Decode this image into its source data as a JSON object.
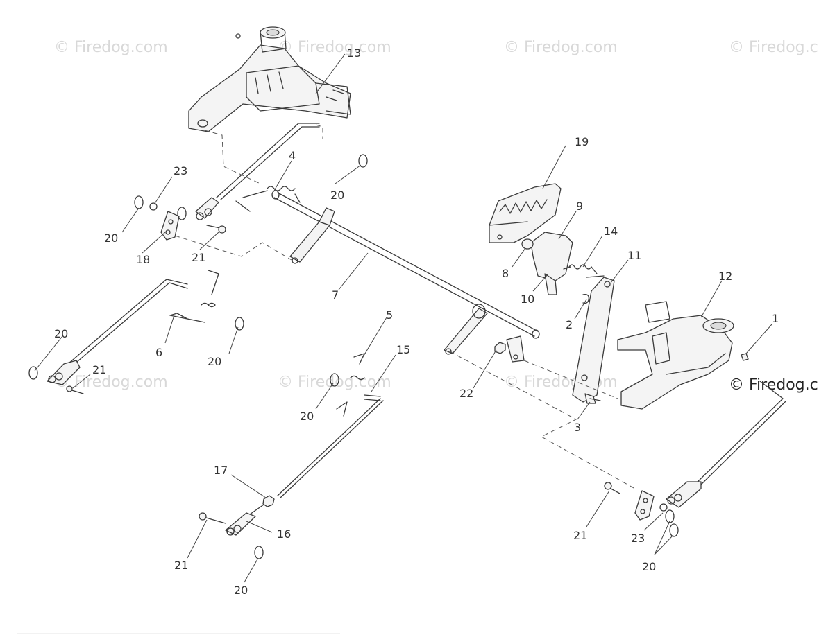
{
  "watermarks": [
    "© Firedog.com",
    "© Firedog.com",
    "© Firedog.com",
    "© Firedog.c",
    "© Firedog.com",
    "© Firedog.com",
    "© Firedog.com"
  ],
  "watermark_strong": "© Firedog.c",
  "callouts": {
    "c1": "1",
    "c2": "2",
    "c3": "3",
    "c4": "4",
    "c5": "5",
    "c6": "6",
    "c7": "7",
    "c8": "8",
    "c9": "9",
    "c10": "10",
    "c11": "11",
    "c12": "12",
    "c13": "13",
    "c14": "14",
    "c15": "15",
    "c16": "16",
    "c17": "17",
    "c18": "18",
    "c19": "19",
    "c20a": "20",
    "c20b": "20",
    "c20c": "20",
    "c20d": "20",
    "c20e": "20",
    "c20f": "20",
    "c20g": "20",
    "c21a": "21",
    "c21b": "21",
    "c21c": "21",
    "c21d": "21",
    "c22": "22",
    "c23a": "23",
    "c23b": "23"
  },
  "colors": {
    "line": "#3a3a3a",
    "watermark": "#d8d8d8",
    "background": "#ffffff"
  }
}
